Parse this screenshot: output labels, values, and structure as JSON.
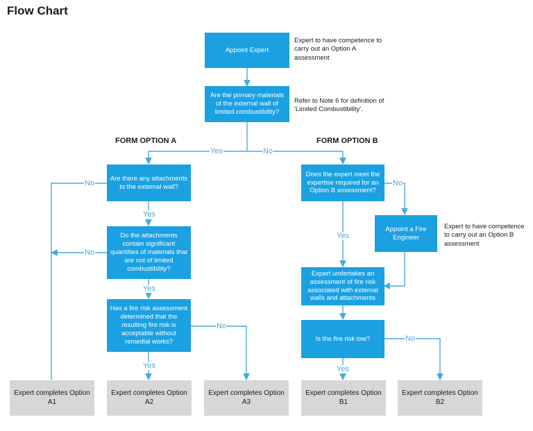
{
  "title": "Flow Chart",
  "headings": {
    "option_a": "FORM OPTION A",
    "option_b": "FORM OPTION B"
  },
  "nodes": {
    "appoint_expert": "Appoint Expert",
    "primary_materials": "Are the primary materials of the external wall of limited combustibility?",
    "attachments": "Are there any attachments to the external wall?",
    "attachments_materials": "Do the attachments contain significant quantities of materials that are not of limited combustibility?",
    "fire_risk_assessment": "Has a fire risk assessment determined that the resulting fire risk is acceptable without remedial works?",
    "expert_meets_b": "Does the expert meet the expertise required for an Option B assessment?",
    "appoint_fire_engineer": "Appoint a Fire Engineer",
    "assessment_b": "Expert undertakes an assessment of fire risk associated with external walls and attachments",
    "fire_risk_low": "Is the fire risk low?",
    "a1": "Expert completes Option A1",
    "a2": "Expert completes Option A2",
    "a3": "Expert completes Option A3",
    "b1": "Expert completes Option B1",
    "b2": "Expert completes Option B2"
  },
  "notes": {
    "option_a_competence": "Expert to have competence to carry out an Option A assessment",
    "note6": "Refer to Note 6 for definition of 'Limited Combustibility'.",
    "option_b_competence": "Expert to have competence to carry out an Option B assessment"
  },
  "labels": {
    "yes": "Yes",
    "no": "No"
  },
  "colors": {
    "box_blue": "#1ba1e2",
    "box_grey": "#d7d7d7",
    "connector": "#4aa8d8"
  }
}
